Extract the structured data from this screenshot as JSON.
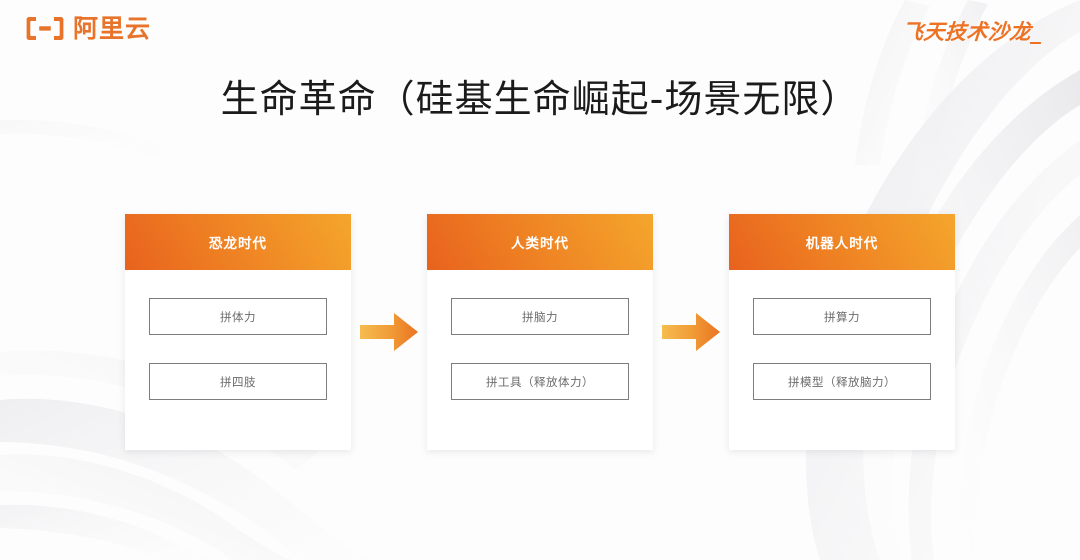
{
  "brand": {
    "logo_icon": "alibaba-cloud-logo-icon",
    "name": "阿里云",
    "accent_color": "#E8742C"
  },
  "event": {
    "name": "飞天技术沙龙_",
    "color": "#ED7224"
  },
  "title": "生命革命（硅基生命崛起-场景无限）",
  "diagram": {
    "arrow_icon": "right-arrow-icon",
    "arrow_color_from": "#F6B74A",
    "arrow_color_to": "#EC7A23",
    "header_gradient_from": "#E8621E",
    "header_gradient_to": "#F4A62C",
    "cards": [
      {
        "header": "恐龙时代",
        "items": [
          "拼体力",
          "拼四肢"
        ]
      },
      {
        "header": "人类时代",
        "items": [
          "拼脑力",
          "拼工具（释放体力）"
        ]
      },
      {
        "header": "机器人时代",
        "items": [
          "拼算力",
          "拼模型（释放脑力）"
        ]
      }
    ]
  }
}
